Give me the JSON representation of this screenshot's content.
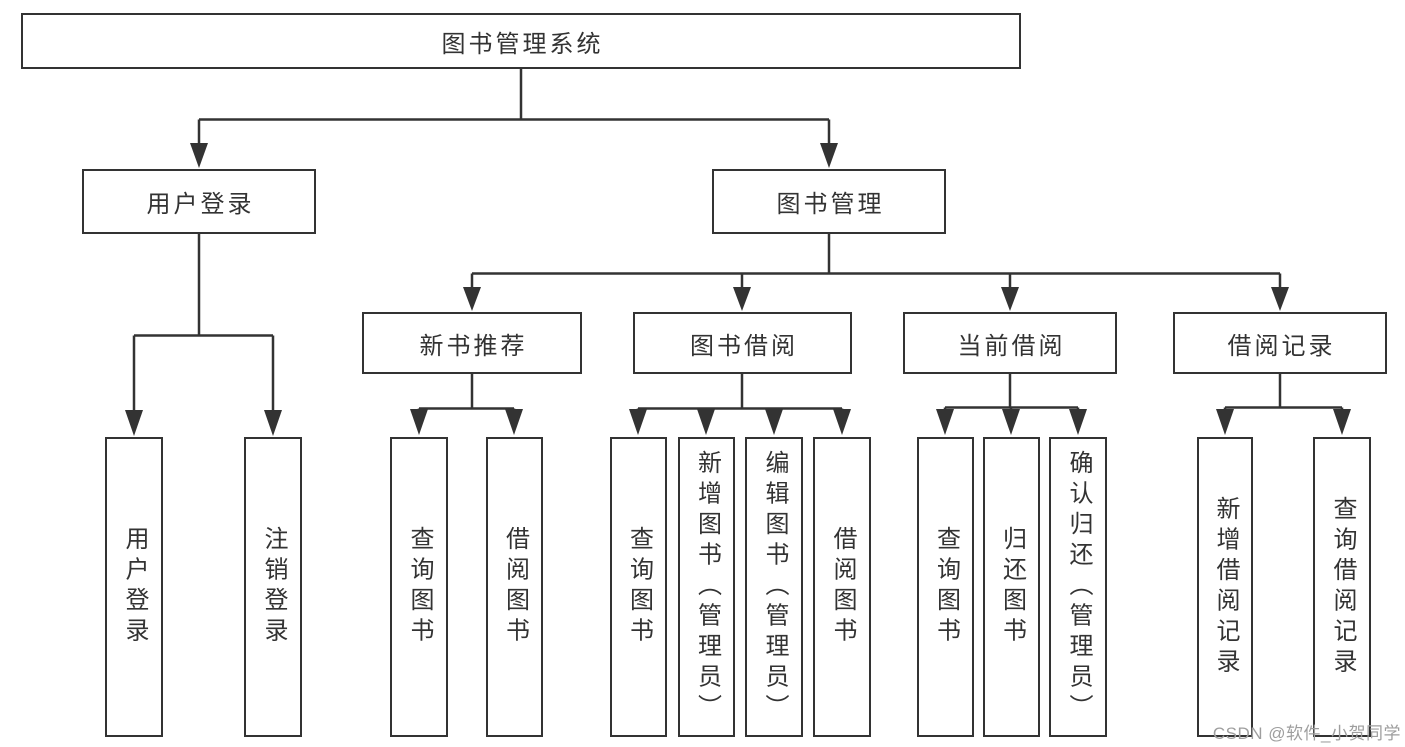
{
  "title": "图书管理系统",
  "colors": {
    "line": "#333333",
    "text": "#333333",
    "background": "#ffffff",
    "watermark": "#9e9e9e"
  },
  "watermark": "CSDN @软件_小贺同学",
  "tree": {
    "root": {
      "label": "图书管理系统"
    },
    "level2": [
      {
        "label": "用户登录"
      },
      {
        "label": "图书管理"
      }
    ],
    "level3": [
      {
        "label": "新书推荐"
      },
      {
        "label": "图书借阅"
      },
      {
        "label": "当前借阅"
      },
      {
        "label": "借阅记录"
      }
    ],
    "leaves": {
      "user_login": [
        {
          "label": "用户登录"
        },
        {
          "label": "注销登录"
        }
      ],
      "new_book": [
        {
          "label": "查询图书"
        },
        {
          "label": "借阅图书"
        }
      ],
      "book_borrow": [
        {
          "label": "查询图书"
        },
        {
          "label": "新增图书（管理员）"
        },
        {
          "label": "编辑图书（管理员）"
        },
        {
          "label": "借阅图书"
        }
      ],
      "current_borrow": [
        {
          "label": "查询图书"
        },
        {
          "label": "归还图书"
        },
        {
          "label": "确认归还（管理员）"
        }
      ],
      "borrow_record": [
        {
          "label": "新增借阅记录"
        },
        {
          "label": "查询借阅记录"
        }
      ]
    }
  }
}
